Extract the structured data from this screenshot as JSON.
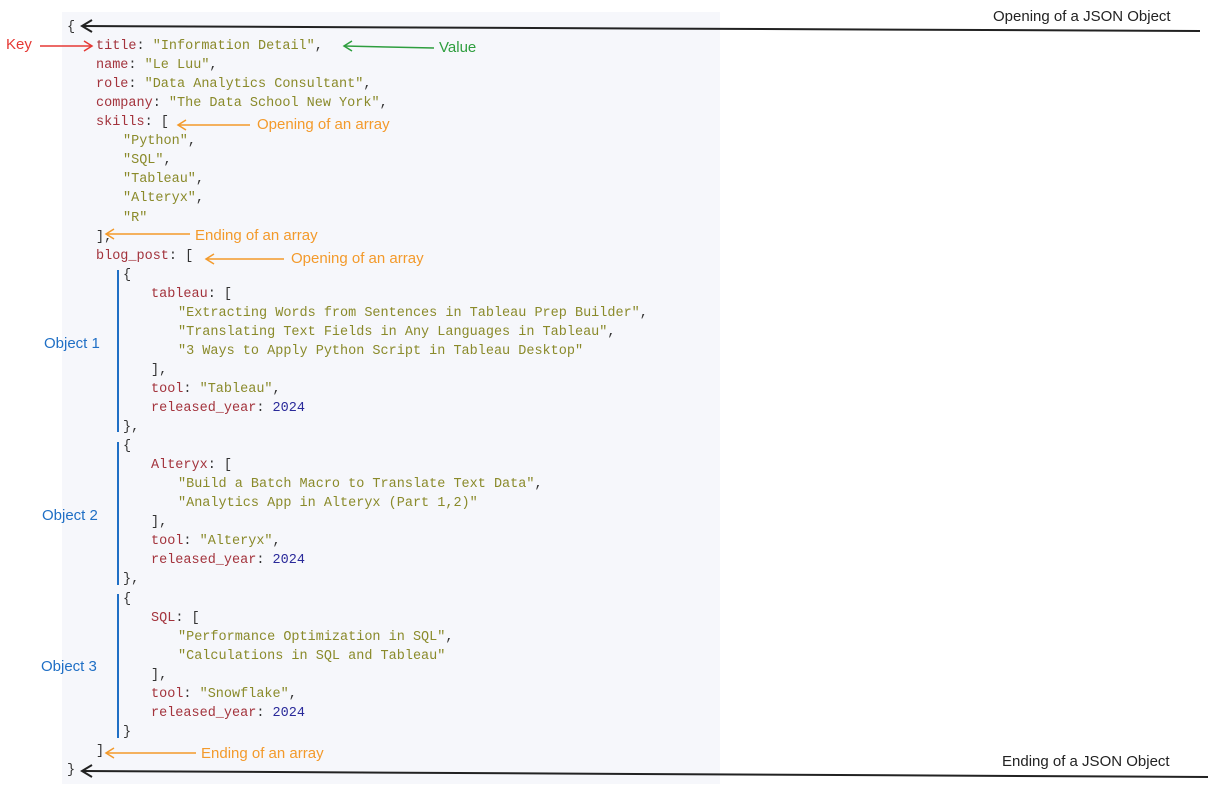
{
  "colors": {
    "key": "#e53935",
    "value": "#2e9e3e",
    "array": "#f39a2b",
    "object": "#1f6fc5",
    "json": "#222222"
  },
  "code_lines": [
    {
      "level": 0,
      "tokens": [
        [
          "brace",
          "{"
        ]
      ]
    },
    {
      "level": 1,
      "tokens": [
        [
          "key",
          "title"
        ],
        [
          "punct",
          ": "
        ],
        [
          "str",
          "\"Information Detail\""
        ],
        [
          "punct",
          ","
        ]
      ]
    },
    {
      "level": 1,
      "tokens": [
        [
          "key",
          "name"
        ],
        [
          "punct",
          ": "
        ],
        [
          "str",
          "\"Le Luu\""
        ],
        [
          "punct",
          ","
        ]
      ]
    },
    {
      "level": 1,
      "tokens": [
        [
          "key",
          "role"
        ],
        [
          "punct",
          ": "
        ],
        [
          "str",
          "\"Data Analytics Consultant\""
        ],
        [
          "punct",
          ","
        ]
      ]
    },
    {
      "level": 1,
      "tokens": [
        [
          "key",
          "company"
        ],
        [
          "punct",
          ": "
        ],
        [
          "str",
          "\"The Data School New York\""
        ],
        [
          "punct",
          ","
        ]
      ]
    },
    {
      "level": 1,
      "tokens": [
        [
          "key",
          "skills"
        ],
        [
          "punct",
          ": ["
        ]
      ]
    },
    {
      "level": 2,
      "tokens": [
        [
          "str",
          "\"Python\""
        ],
        [
          "punct",
          ","
        ]
      ]
    },
    {
      "level": 2,
      "tokens": [
        [
          "str",
          "\"SQL\""
        ],
        [
          "punct",
          ","
        ]
      ]
    },
    {
      "level": 2,
      "tokens": [
        [
          "str",
          "\"Tableau\""
        ],
        [
          "punct",
          ","
        ]
      ]
    },
    {
      "level": 2,
      "tokens": [
        [
          "str",
          "\"Alteryx\""
        ],
        [
          "punct",
          ","
        ]
      ]
    },
    {
      "level": 2,
      "tokens": [
        [
          "str",
          "\"R\""
        ]
      ]
    },
    {
      "level": 1,
      "tokens": [
        [
          "punct",
          "],"
        ]
      ]
    },
    {
      "level": 1,
      "tokens": [
        [
          "key",
          "blog_post"
        ],
        [
          "punct",
          ": ["
        ]
      ]
    },
    {
      "level": 2,
      "tokens": [
        [
          "brace",
          "{"
        ]
      ]
    },
    {
      "level": 3,
      "tokens": [
        [
          "key",
          "tableau"
        ],
        [
          "punct",
          ": ["
        ]
      ]
    },
    {
      "level": 4,
      "tokens": [
        [
          "str",
          "\"Extracting Words from Sentences in Tableau Prep Builder\""
        ],
        [
          "punct",
          ","
        ]
      ]
    },
    {
      "level": 4,
      "tokens": [
        [
          "str",
          "\"Translating Text Fields in Any Languages in Tableau\""
        ],
        [
          "punct",
          ","
        ]
      ]
    },
    {
      "level": 4,
      "tokens": [
        [
          "str",
          "\"3 Ways to Apply Python Script in Tableau Desktop\""
        ]
      ]
    },
    {
      "level": 3,
      "tokens": [
        [
          "punct",
          "],"
        ]
      ]
    },
    {
      "level": 3,
      "tokens": [
        [
          "key",
          "tool"
        ],
        [
          "punct",
          ": "
        ],
        [
          "str",
          "\"Tableau\""
        ],
        [
          "punct",
          ","
        ]
      ]
    },
    {
      "level": 3,
      "tokens": [
        [
          "key",
          "released_year"
        ],
        [
          "punct",
          ": "
        ],
        [
          "num",
          "2024"
        ]
      ]
    },
    {
      "level": 2,
      "tokens": [
        [
          "brace",
          "},"
        ]
      ]
    },
    {
      "level": 2,
      "tokens": [
        [
          "brace",
          "{"
        ]
      ]
    },
    {
      "level": 3,
      "tokens": [
        [
          "key",
          "Alteryx"
        ],
        [
          "punct",
          ": ["
        ]
      ]
    },
    {
      "level": 4,
      "tokens": [
        [
          "str",
          "\"Build a Batch Macro to Translate Text Data\""
        ],
        [
          "punct",
          ","
        ]
      ]
    },
    {
      "level": 4,
      "tokens": [
        [
          "str",
          "\"Analytics App in Alteryx (Part 1,2)\""
        ]
      ]
    },
    {
      "level": 3,
      "tokens": [
        [
          "punct",
          "],"
        ]
      ]
    },
    {
      "level": 3,
      "tokens": [
        [
          "key",
          "tool"
        ],
        [
          "punct",
          ": "
        ],
        [
          "str",
          "\"Alteryx\""
        ],
        [
          "punct",
          ","
        ]
      ]
    },
    {
      "level": 3,
      "tokens": [
        [
          "key",
          "released_year"
        ],
        [
          "punct",
          ": "
        ],
        [
          "num",
          "2024"
        ]
      ]
    },
    {
      "level": 2,
      "tokens": [
        [
          "brace",
          "},"
        ]
      ]
    },
    {
      "level": 2,
      "tokens": [
        [
          "brace",
          "{"
        ]
      ]
    },
    {
      "level": 3,
      "tokens": [
        [
          "key",
          "SQL"
        ],
        [
          "punct",
          ": ["
        ]
      ]
    },
    {
      "level": 4,
      "tokens": [
        [
          "str",
          "\"Performance Optimization in SQL\""
        ],
        [
          "punct",
          ","
        ]
      ]
    },
    {
      "level": 4,
      "tokens": [
        [
          "str",
          "\"Calculations in SQL and Tableau\""
        ]
      ]
    },
    {
      "level": 3,
      "tokens": [
        [
          "punct",
          "],"
        ]
      ]
    },
    {
      "level": 3,
      "tokens": [
        [
          "key",
          "tool"
        ],
        [
          "punct",
          ": "
        ],
        [
          "str",
          "\"Snowflake\""
        ],
        [
          "punct",
          ","
        ]
      ]
    },
    {
      "level": 3,
      "tokens": [
        [
          "key",
          "released_year"
        ],
        [
          "punct",
          ": "
        ],
        [
          "num",
          "2024"
        ]
      ]
    },
    {
      "level": 2,
      "tokens": [
        [
          "brace",
          "}"
        ]
      ]
    },
    {
      "level": 1,
      "tokens": [
        [
          "punct",
          "]"
        ]
      ]
    },
    {
      "level": 0,
      "tokens": [
        [
          "brace",
          "}"
        ]
      ]
    }
  ],
  "annotations": {
    "opening_json": "Opening of a JSON Object",
    "ending_json": "Ending of a JSON Object",
    "key": "Key",
    "value": "Value",
    "opening_array_1": "Opening of an array",
    "ending_array_1": "Ending of an array",
    "opening_array_2": "Opening of an array",
    "ending_array_2": "Ending of an array",
    "object_1": "Object 1",
    "object_2": "Object 2",
    "object_3": "Object 3"
  }
}
